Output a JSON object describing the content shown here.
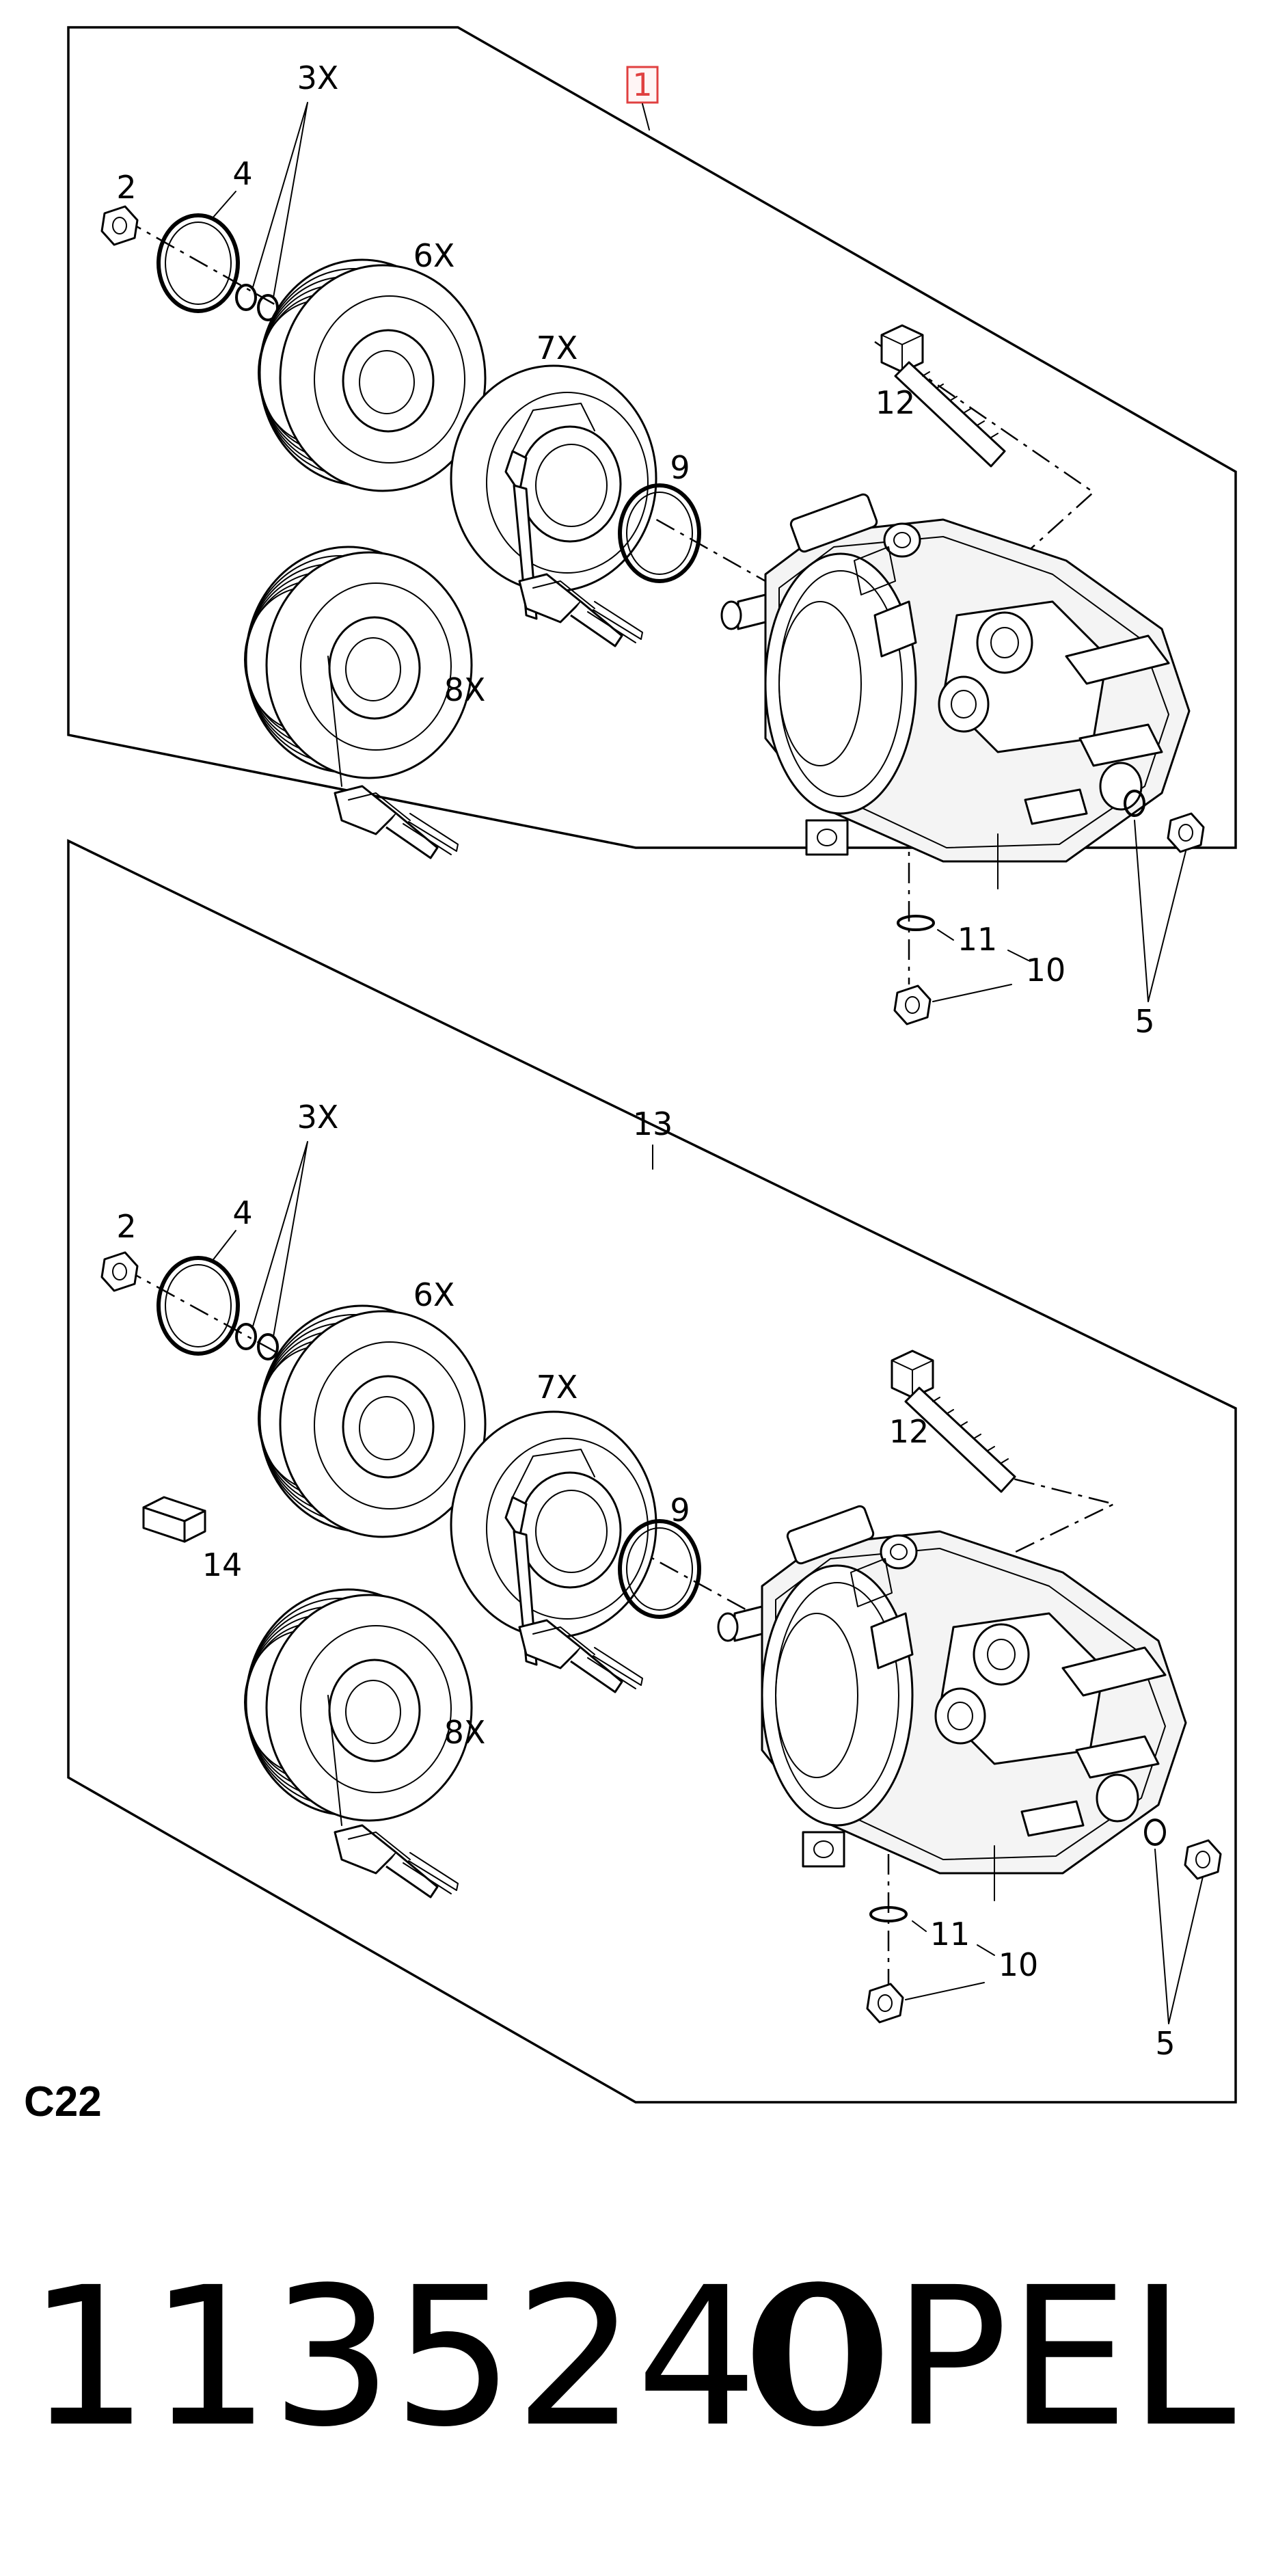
{
  "diagram": {
    "callouts_top": {
      "assembly": "1",
      "nut": "2",
      "shims": "3X",
      "snap_ring": "4",
      "pulley": "6X",
      "clutch_coil": "7X",
      "pulley_alt": "8X",
      "circlip": "9",
      "drain_plug": "10",
      "o_ring": "11",
      "bolt": "12",
      "fittings": "5"
    },
    "callouts_bottom": {
      "assembly": "13",
      "nut": "2",
      "shims": "3X",
      "snap_ring": "4",
      "pulley": "6X",
      "clutch_coil": "7X",
      "pulley_alt": "8X",
      "circlip": "9",
      "drain_plug": "10",
      "o_ring": "11",
      "bolt": "12",
      "fittings": "5",
      "label": "14"
    },
    "section_code": "C22",
    "part_number": "1135240",
    "brand": "OPEL",
    "highlight_color": "#e04040"
  }
}
